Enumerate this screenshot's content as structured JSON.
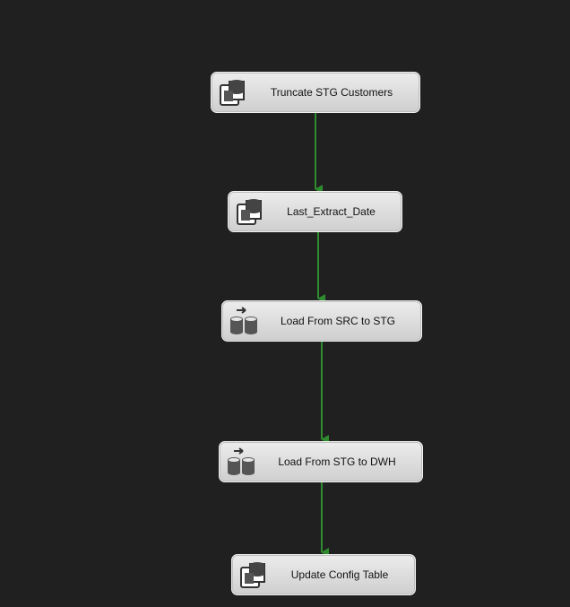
{
  "colors": {
    "canvas_background": "#202020",
    "task_fill": "#dcdcdc",
    "precedence_success": "#2e8b2e"
  },
  "tasks": [
    {
      "label": "Truncate STG Customers",
      "type": "execute-sql-task",
      "icon": "execute-sql-icon"
    },
    {
      "label": "Last_Extract_Date",
      "type": "execute-sql-task",
      "icon": "execute-sql-icon"
    },
    {
      "label": "Load From SRC to STG",
      "type": "data-flow-task",
      "icon": "data-flow-icon"
    },
    {
      "label": "Load From STG to DWH",
      "type": "data-flow-task",
      "icon": "data-flow-icon"
    },
    {
      "label": "Update Config Table",
      "type": "execute-sql-task",
      "icon": "execute-sql-icon"
    }
  ],
  "precedence_constraints": [
    {
      "from": "Truncate STG Customers",
      "to": "Last_Extract_Date",
      "kind": "success"
    },
    {
      "from": "Last_Extract_Date",
      "to": "Load From SRC to STG",
      "kind": "success"
    },
    {
      "from": "Load From SRC to STG",
      "to": "Load From STG to DWH",
      "kind": "success"
    },
    {
      "from": "Load From STG to DWH",
      "to": "Update Config Table",
      "kind": "success"
    }
  ]
}
